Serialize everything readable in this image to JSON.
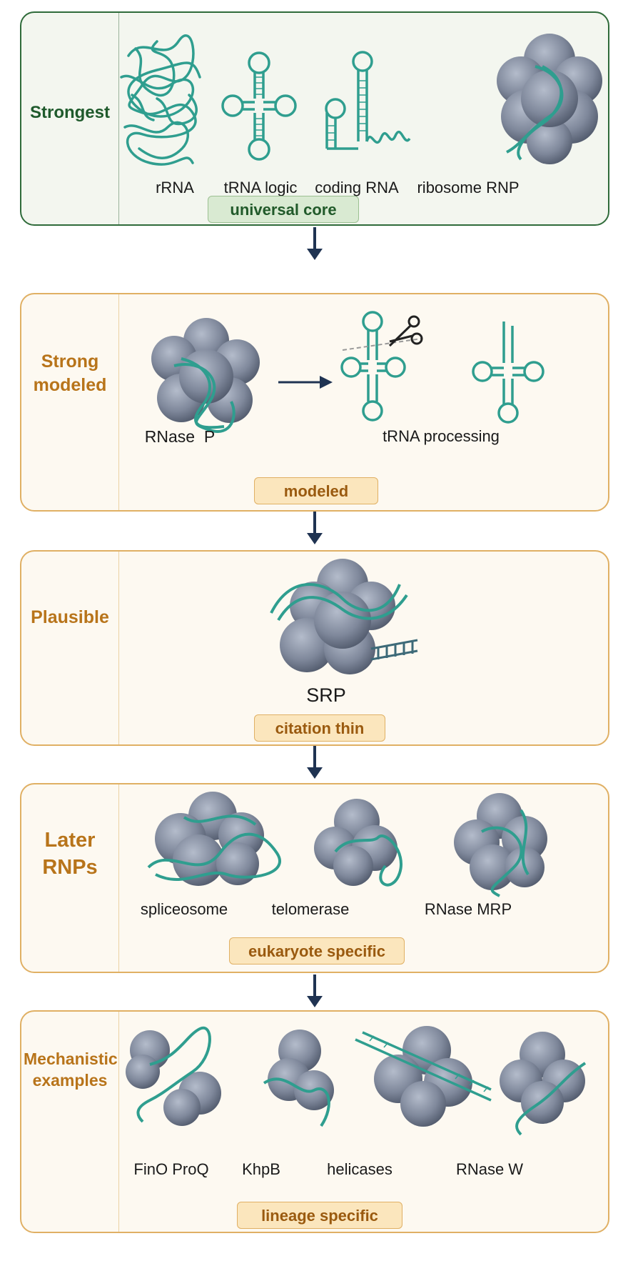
{
  "panels": [
    {
      "tier": "Strongest",
      "items": [
        "rRNA",
        "tRNA logic",
        "coding RNA",
        "ribosome RNP"
      ],
      "badge": "universal core"
    },
    {
      "tier": "Strong modeled",
      "items": [
        "RNase  P",
        "tRNA processing"
      ],
      "badge": "modeled"
    },
    {
      "tier": "Plausible",
      "items": [
        "SRP"
      ],
      "badge": "citation thin"
    },
    {
      "tier": "Later RNPs",
      "items": [
        "spliceosome",
        "telomerase",
        "RNase MRP"
      ],
      "badge": "eukaryote specific"
    },
    {
      "tier": "Mechanistic examples",
      "items": [
        "FinO ProQ",
        "KhpB",
        "helicases",
        "RNase W"
      ],
      "badge": "lineage specific"
    }
  ],
  "colors": {
    "strongest_border": "#2f6b3a",
    "tier_border": "#e0b064",
    "rna": "#2f9e8f",
    "protein": "#7d879a",
    "arrow": "#1f3352"
  }
}
